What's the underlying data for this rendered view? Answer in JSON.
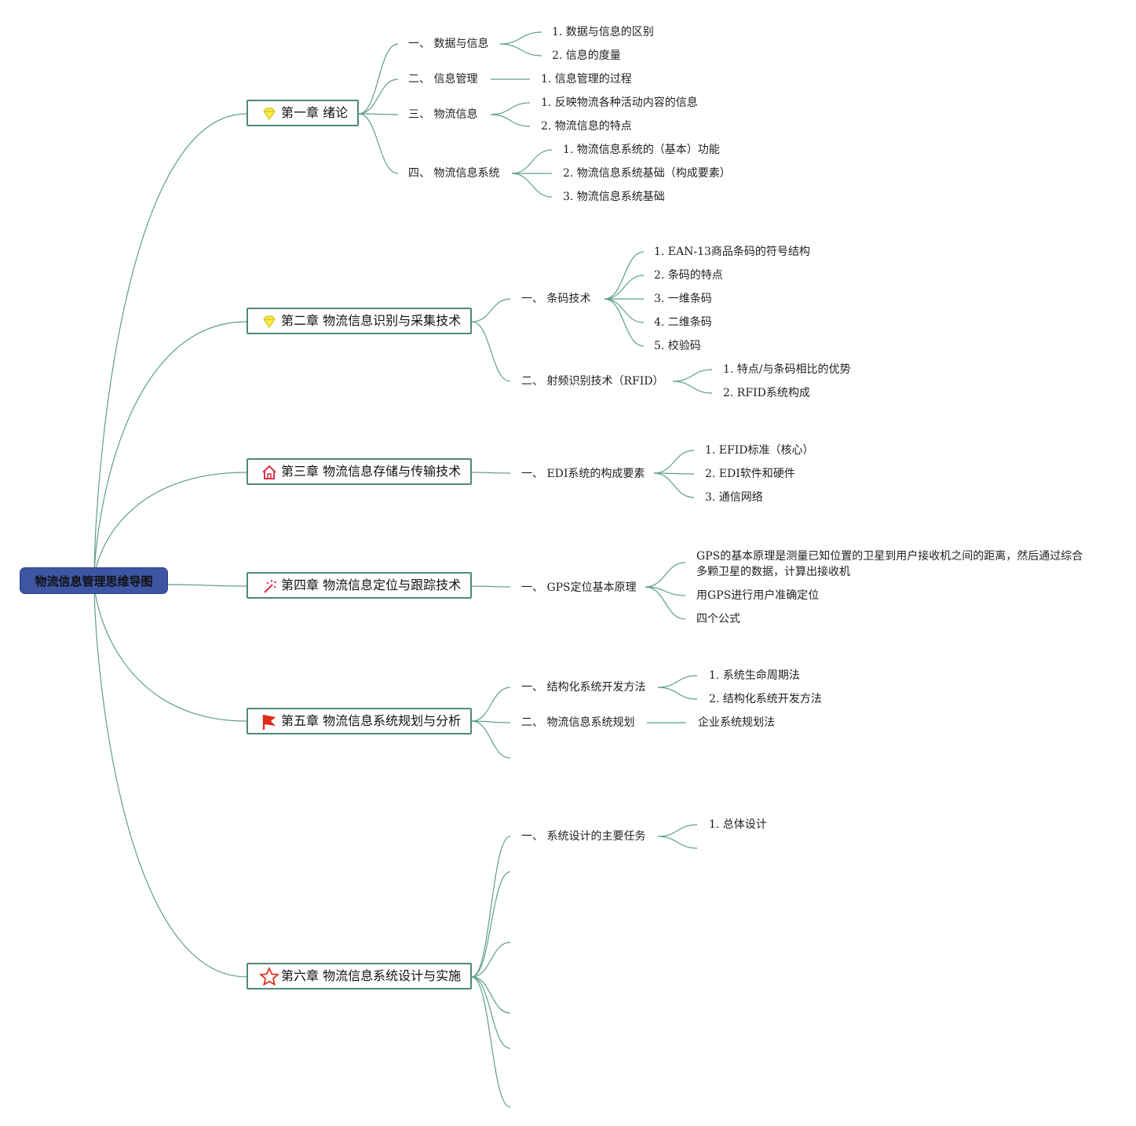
{
  "root": "物流信息管理思维导图",
  "chapters": [
    {
      "title": "第一章 绪论",
      "icon": "diamond-icon",
      "sections": [
        {
          "label": "一、 数据与信息",
          "items": [
            "1. 数据与信息的区别",
            "2. 信息的度量"
          ]
        },
        {
          "label": "二、 信息管理",
          "items": [
            "1. 信息管理的过程"
          ]
        },
        {
          "label": "三、 物流信息",
          "items": [
            "1. 反映物流各种活动内容的信息",
            "2. 物流信息的特点"
          ]
        },
        {
          "label": "四、 物流信息系统",
          "items": [
            "1. 物流信息系统的（基本）功能",
            "2. 物流信息系统基础（构成要素）",
            "3. 物流信息系统基础"
          ]
        }
      ]
    },
    {
      "title": "第二章 物流信息识别与采集技术",
      "icon": "diamond-icon",
      "sections": [
        {
          "label": "一、 条码技术",
          "items": [
            "1. EAN-13商品条码的符号结构",
            "2. 条码的特点",
            "3. 一维条码",
            "4. 二维条码",
            "5. 校验码"
          ]
        },
        {
          "label": "二、 射频识别技术（RFID）",
          "items": [
            "1. 特点/与条码相比的优势",
            "2. RFID系统构成"
          ]
        }
      ]
    },
    {
      "title": "第三章 物流信息存储与传输技术",
      "icon": "home-icon",
      "sections": [
        {
          "label": "一、 EDI系统的构成要素",
          "items": [
            "1. EFID标准（核心）",
            "2. EDI软件和硬件",
            "3. 通信网络"
          ]
        }
      ]
    },
    {
      "title": "第四章 物流信息定位与跟踪技术",
      "icon": "magic-wand-icon",
      "sections": [
        {
          "label": "一、 GPS定位基本原理",
          "items": [
            "GPS的基本原理是测量已知位置的卫星到用户接收机之间的距离，然后通过综合多颗卫星的数据，计算出接收机",
            "用GPS进行用户准确定位",
            "四个公式"
          ]
        }
      ]
    },
    {
      "title": "第五章 物流信息系统规划与分析",
      "icon": "flag-icon",
      "sections": [
        {
          "label": "一、 结构化系统开发方法",
          "items": [
            "1. 系统生命周期法",
            "2. 结构化系统开发方法"
          ]
        },
        {
          "label": "二、 物流信息系统规划",
          "items": [
            "企业系统规划法"
          ]
        }
      ]
    },
    {
      "title": "第六章 物流信息系统设计与实施",
      "icon": "star-icon",
      "sections": [
        {
          "label": "一、 系统设计的主要任务",
          "items": [
            "1. 总体设计"
          ]
        }
      ]
    }
  ],
  "colors": {
    "root_fill": "#3d55a2",
    "link": "#5e9f86",
    "chapter_border": "#4e8a76"
  }
}
